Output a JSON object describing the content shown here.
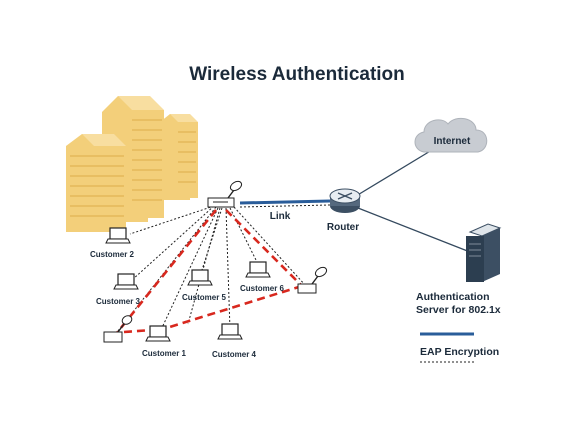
{
  "diagram": {
    "title": "Wireless Authentication",
    "labels": {
      "internet": "Internet",
      "link": "Link",
      "router": "Router",
      "auth_line1": "Authentication",
      "auth_line2": "Server for 802.1x",
      "eap": "EAP Encryption"
    },
    "customers": {
      "c1": "Customer 1",
      "c2": "Customer 2",
      "c3": "Customer 3",
      "c4": "Customer 4",
      "c5": "Customer 5",
      "c6": "Customer 6"
    },
    "colors": {
      "title": "#1b2a3a",
      "building": "#f3cf7a",
      "building_light": "#f8dea0",
      "link_blue": "#2a5d9a",
      "eap_red": "#d8281e",
      "dotted": "#222222",
      "cloud": "#c8ccd2"
    }
  }
}
